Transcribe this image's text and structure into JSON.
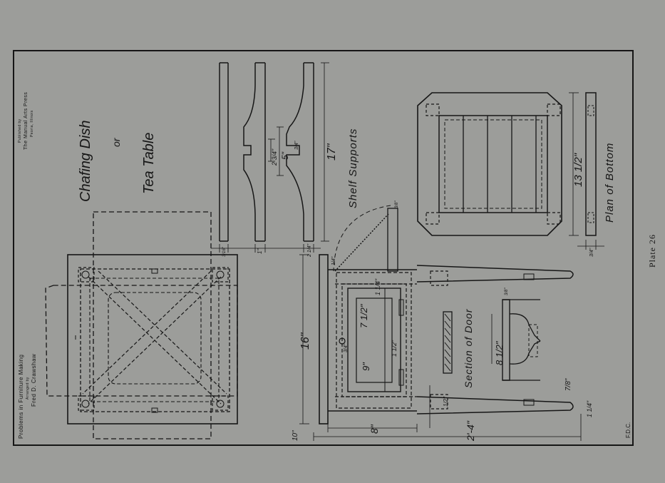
{
  "title": {
    "line1": "Chafing Dish",
    "line2": "or",
    "line3": "Tea Table"
  },
  "credits": {
    "series": "Problems in Furniture Making",
    "arranged_by": "Arranged by",
    "author": "Fred D. Crawshaw",
    "published_by": "Published by",
    "publisher": "The Manual Arts Press",
    "place": "Peoria, Illinois"
  },
  "labels": {
    "shelf_supports": "Shelf Supports",
    "plan_of_bottom": "Plan of Bottom",
    "section_of_door": "Section of Door",
    "plate": "Plate 26",
    "initials": "F.D.C."
  },
  "dimensions": {
    "d_16": "16\"",
    "d_17": "17\"",
    "d_5": "5\"",
    "d_2_3_4": "2 3/4\"",
    "d_13_1_2": "13 1/2\"",
    "d_8_1_2": "8 1/2\"",
    "d_7_1_2": "7 1/2\"",
    "d_9": "9\"",
    "d_8": "8\"",
    "d_2_4": "2'-4\"",
    "d_10": "10\"",
    "d_7_8": "7/8\"",
    "d_1_1_4": "1 1/4\"",
    "d_1_1_2": "1 1/2\"",
    "d_1_4": "1/4\"",
    "d_1_2": "1/2\"",
    "d_3_4": "3/4\"",
    "d_3_8": "3/8\"",
    "d_1": "1\"",
    "d_2_1_4": "2 1/4\"",
    "d_3_16": "3/16\""
  },
  "colors": {
    "paper": "#9c9d9a",
    "ink": "#161616"
  }
}
